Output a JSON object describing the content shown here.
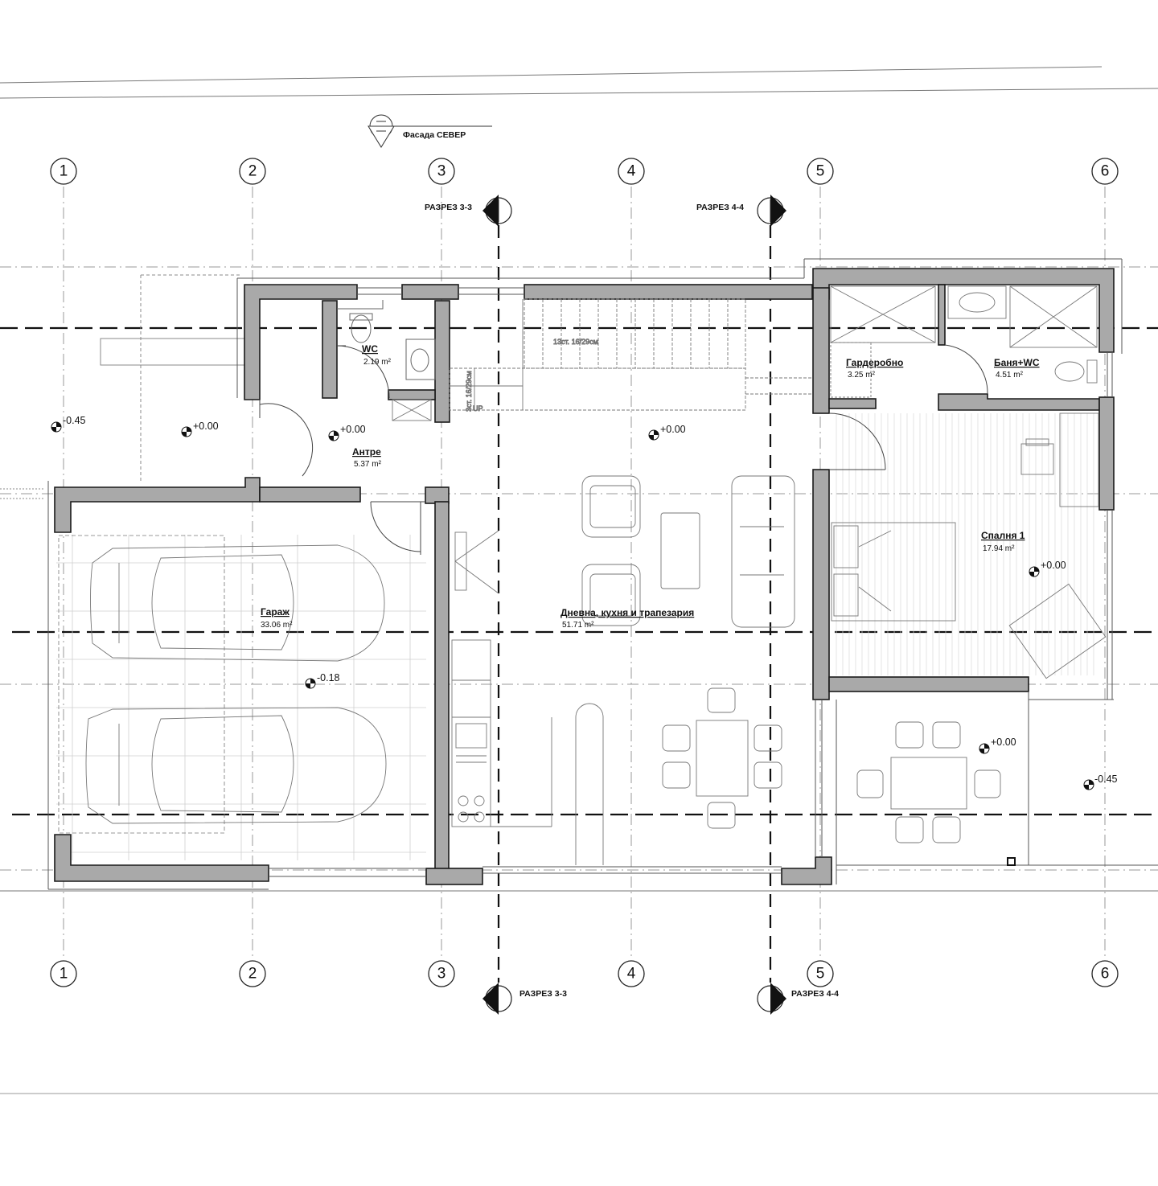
{
  "facade": {
    "label": "Фасада СЕВЕР"
  },
  "axes": [
    "1",
    "2",
    "3",
    "4",
    "5",
    "6"
  ],
  "sections": {
    "s3_top": "РАЗРЕЗ 3-3",
    "s4_top": "РАЗРЕЗ 4-4",
    "s3_bottom": "РАЗРЕЗ 3-3",
    "s4_bottom": "РАЗРЕЗ 4-4"
  },
  "rooms": {
    "wc": {
      "name": "WC",
      "area": "2.19 m²"
    },
    "antre": {
      "name": "Антре",
      "area": "5.37 m²"
    },
    "garage": {
      "name": "Гараж",
      "area": "33.06 m²"
    },
    "living": {
      "name": "Дневна, кухня и трапезария",
      "area": "51.71 m²"
    },
    "wardrobe": {
      "name": "Гардеробно",
      "area": "3.25 m²"
    },
    "bath": {
      "name": "Баня+WC",
      "area": "4.51 m²"
    },
    "bedroom": {
      "name": "Спалня 1",
      "area": "17.94 m²"
    }
  },
  "stairs": {
    "main": "13ст. 16/29см",
    "small": "3ст. 16/29см",
    "up": "UP"
  },
  "levels": {
    "left_outside": "-0.45",
    "porch": "+0.00",
    "antre": "+0.00",
    "living": "+0.00",
    "garage": "-0.18",
    "bedroom": "+0.00",
    "terrace": "+0.00",
    "right_outside": "-0.45"
  }
}
